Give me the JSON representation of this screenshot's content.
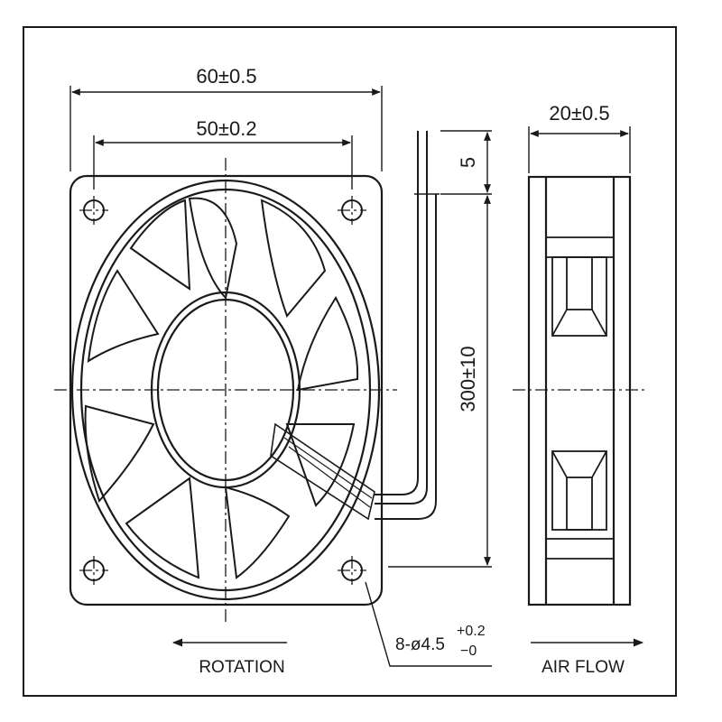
{
  "drawing": {
    "dimensions": {
      "overall_width": "60±0.5",
      "hole_spacing": "50±0.2",
      "depth": "20±0.5",
      "lead_strip": "5",
      "lead_length": "300±10",
      "hole_spec_main": "8-ø4.5",
      "hole_tol_plus": "+0.2",
      "hole_tol_minus": "−0"
    },
    "labels": {
      "rotation": "ROTATION",
      "airflow": "AIR FLOW"
    }
  }
}
